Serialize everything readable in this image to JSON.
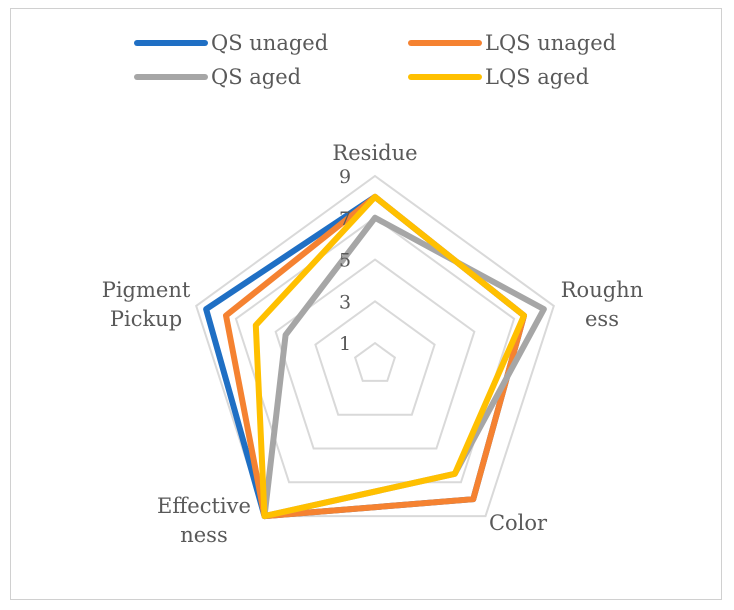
{
  "chart_data": {
    "type": "radar",
    "title": "",
    "axes": [
      "Residue",
      "Roughness",
      "Color",
      "Effectiveness",
      "Pigment Pickup"
    ],
    "axis_label_lines": [
      [
        "Residue"
      ],
      [
        "Roughn",
        "ess"
      ],
      [
        "Color"
      ],
      [
        "Effective",
        "ness"
      ],
      [
        "Pigment",
        "Pickup"
      ]
    ],
    "rlim": [
      0,
      9
    ],
    "ticks": [
      1,
      3,
      5,
      7,
      9
    ],
    "tick_labels": [
      "1",
      "3",
      "5",
      "7",
      "9"
    ],
    "grid": true,
    "legend_position": "top",
    "series": [
      {
        "name": "QS unaged",
        "color": "#1f6fc4",
        "values": [
          8,
          7.5,
          8,
          9,
          8.5
        ]
      },
      {
        "name": "LQS unaged",
        "color": "#f58231",
        "values": [
          8,
          7.5,
          8,
          9,
          7.5
        ]
      },
      {
        "name": "QS aged",
        "color": "#a6a6a6",
        "values": [
          7,
          8.5,
          6.5,
          9,
          4.5
        ]
      },
      {
        "name": "LQS aged",
        "color": "#ffc000",
        "values": [
          8,
          7.5,
          6.5,
          9,
          6
        ]
      }
    ]
  }
}
